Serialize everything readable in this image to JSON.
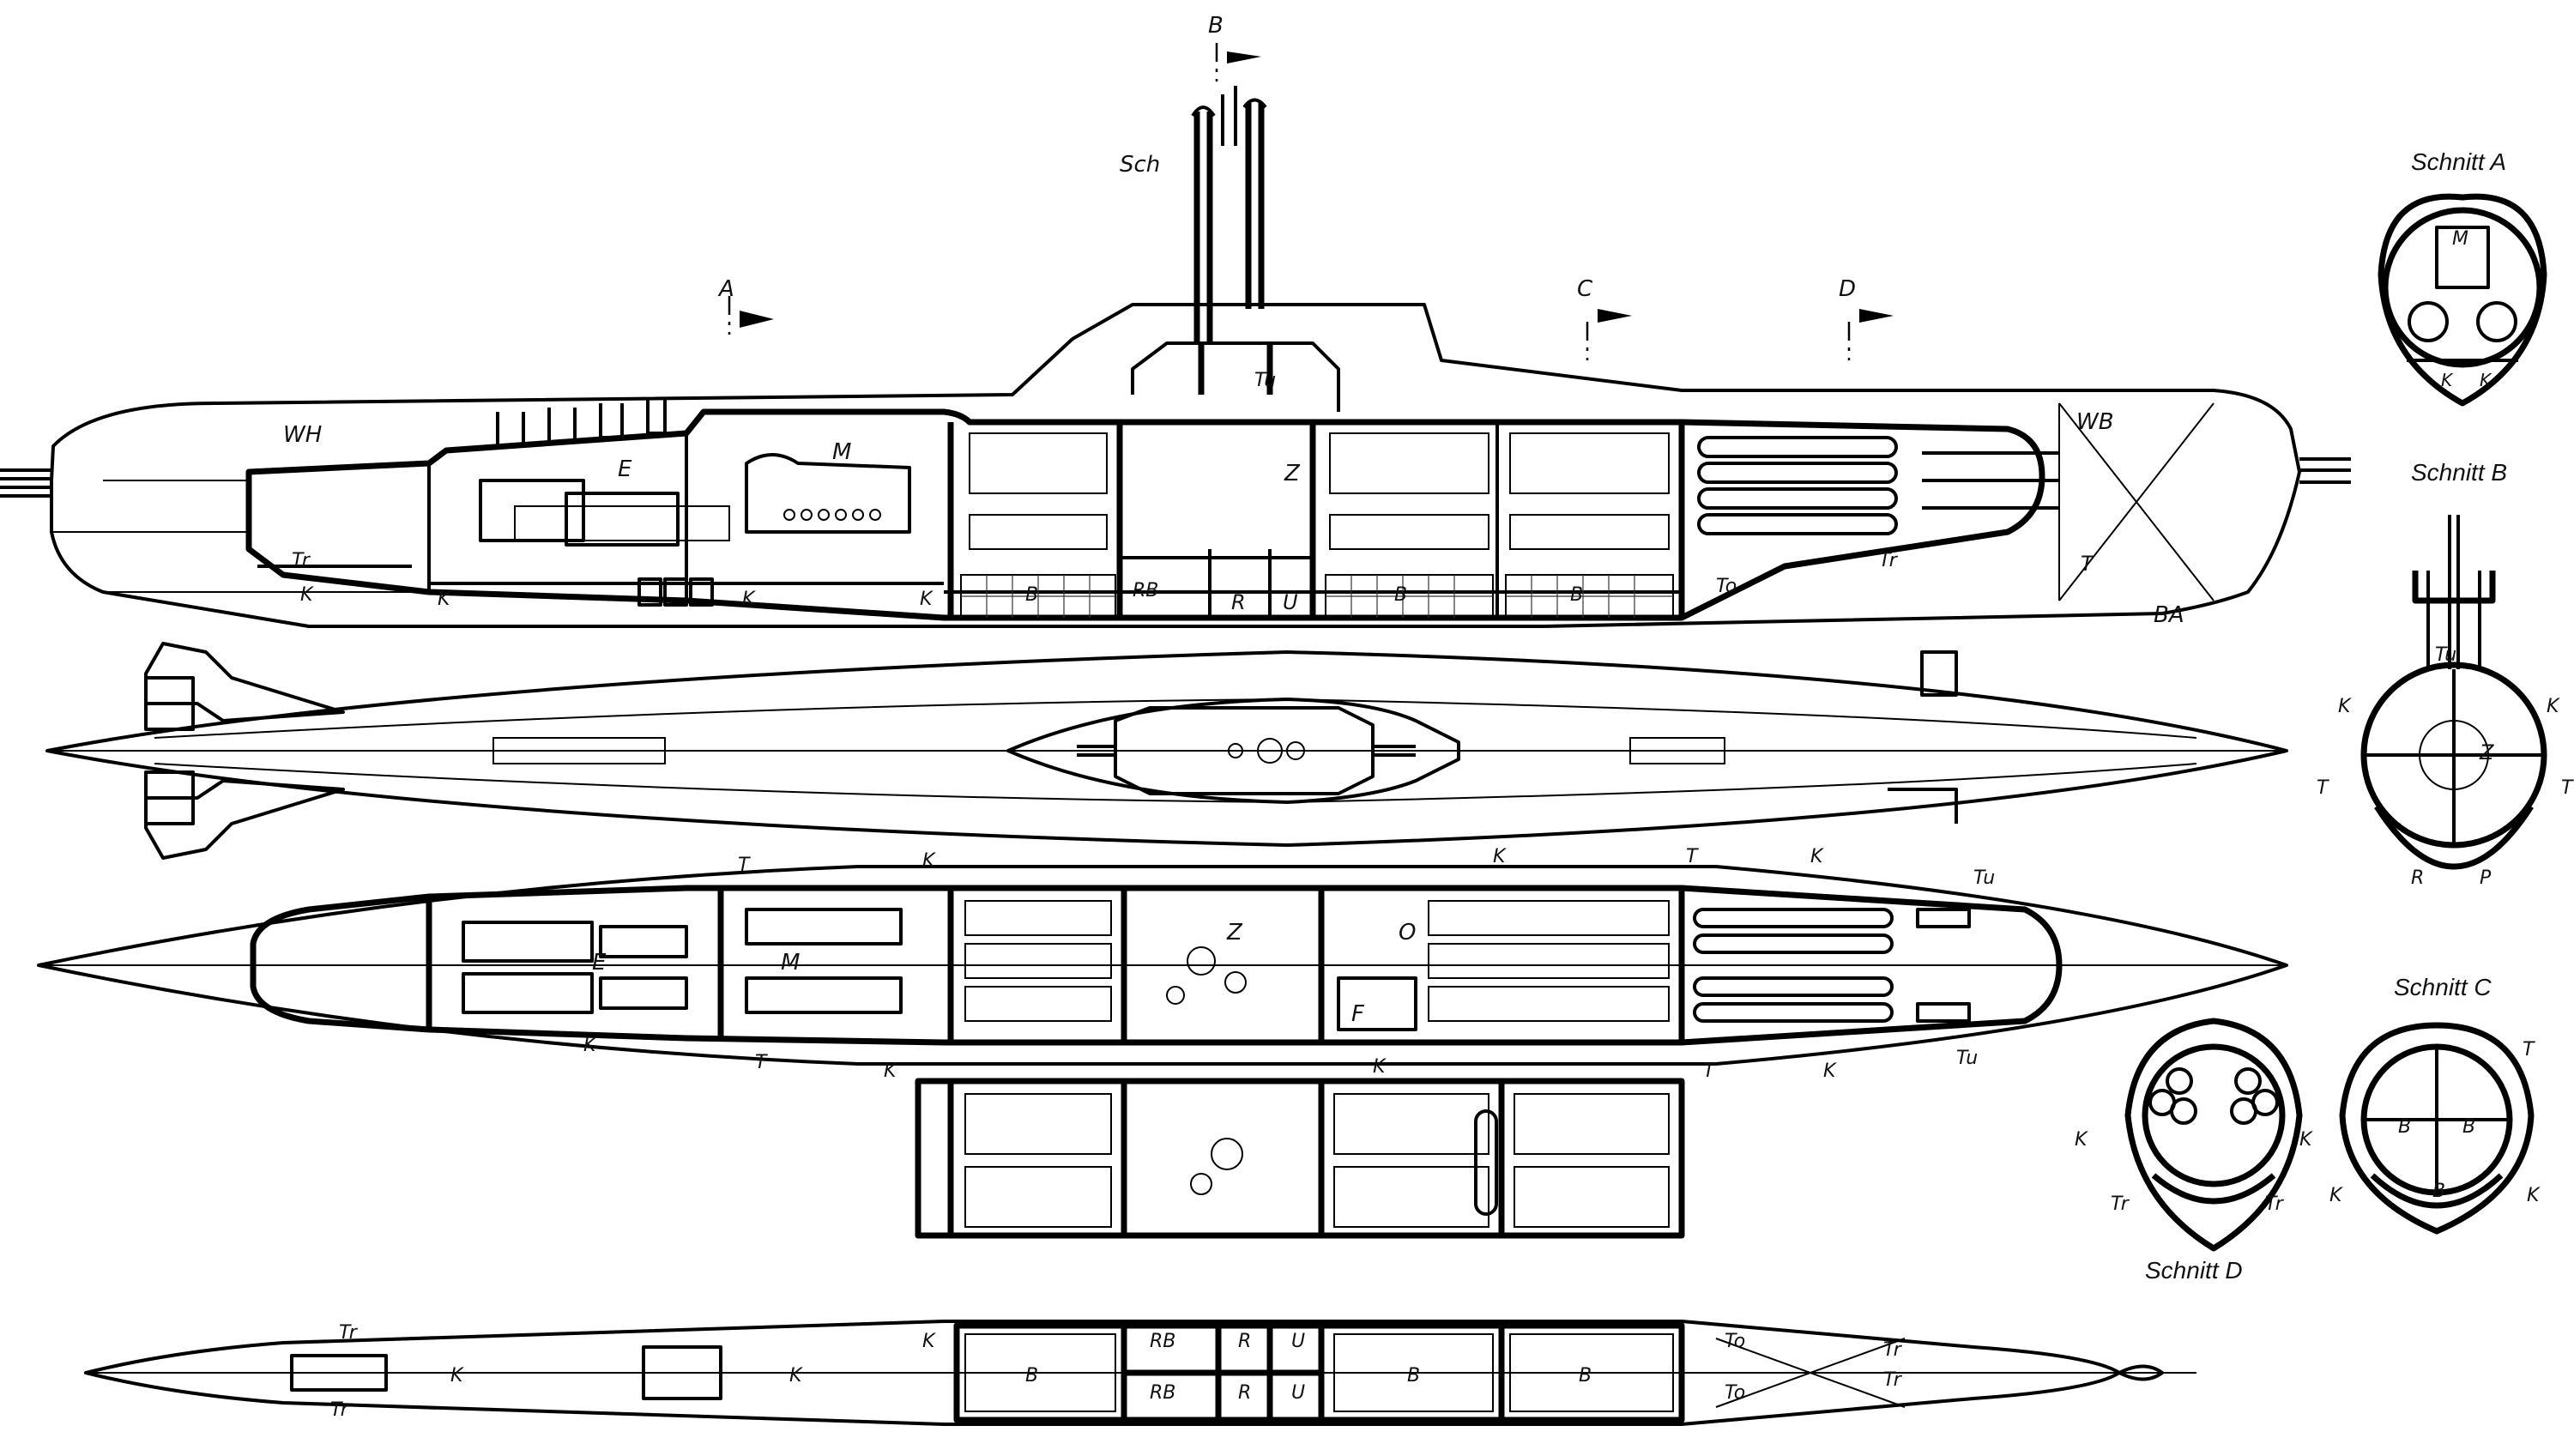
{
  "drawing": {
    "section_titles": {
      "a": "Schnitt A",
      "b": "Schnitt B",
      "c": "Schnitt C",
      "d": "Schnitt D"
    },
    "section_markers": {
      "a": "A",
      "b": "B",
      "c": "C",
      "d": "D"
    },
    "side_view_labels": {
      "sch": "Sch",
      "wh": "WH",
      "tr": "Tr",
      "k": "K",
      "e": "E",
      "m": "M",
      "b": "B",
      "rb": "RB",
      "r": "R",
      "u": "Ü",
      "z": "Z",
      "tu": "Tu",
      "to": "To",
      "wb": "WB",
      "t": "T",
      "ba": "BA"
    },
    "plan_labels": {
      "k": "K",
      "t": "T",
      "e": "E",
      "m": "M",
      "z": "Z",
      "o": "O",
      "f": "F",
      "tu": "Tu"
    },
    "keel_labels": {
      "tr": "Tr",
      "k": "K",
      "rb": "RB",
      "r": "R",
      "u": "U",
      "b": "B",
      "to": "To"
    },
    "section_labels": {
      "m": "M",
      "k": "K",
      "tu": "Tu",
      "z": "Z",
      "t": "T",
      "r": "R",
      "p": "P",
      "b": "B",
      "tr": "Tr"
    }
  }
}
